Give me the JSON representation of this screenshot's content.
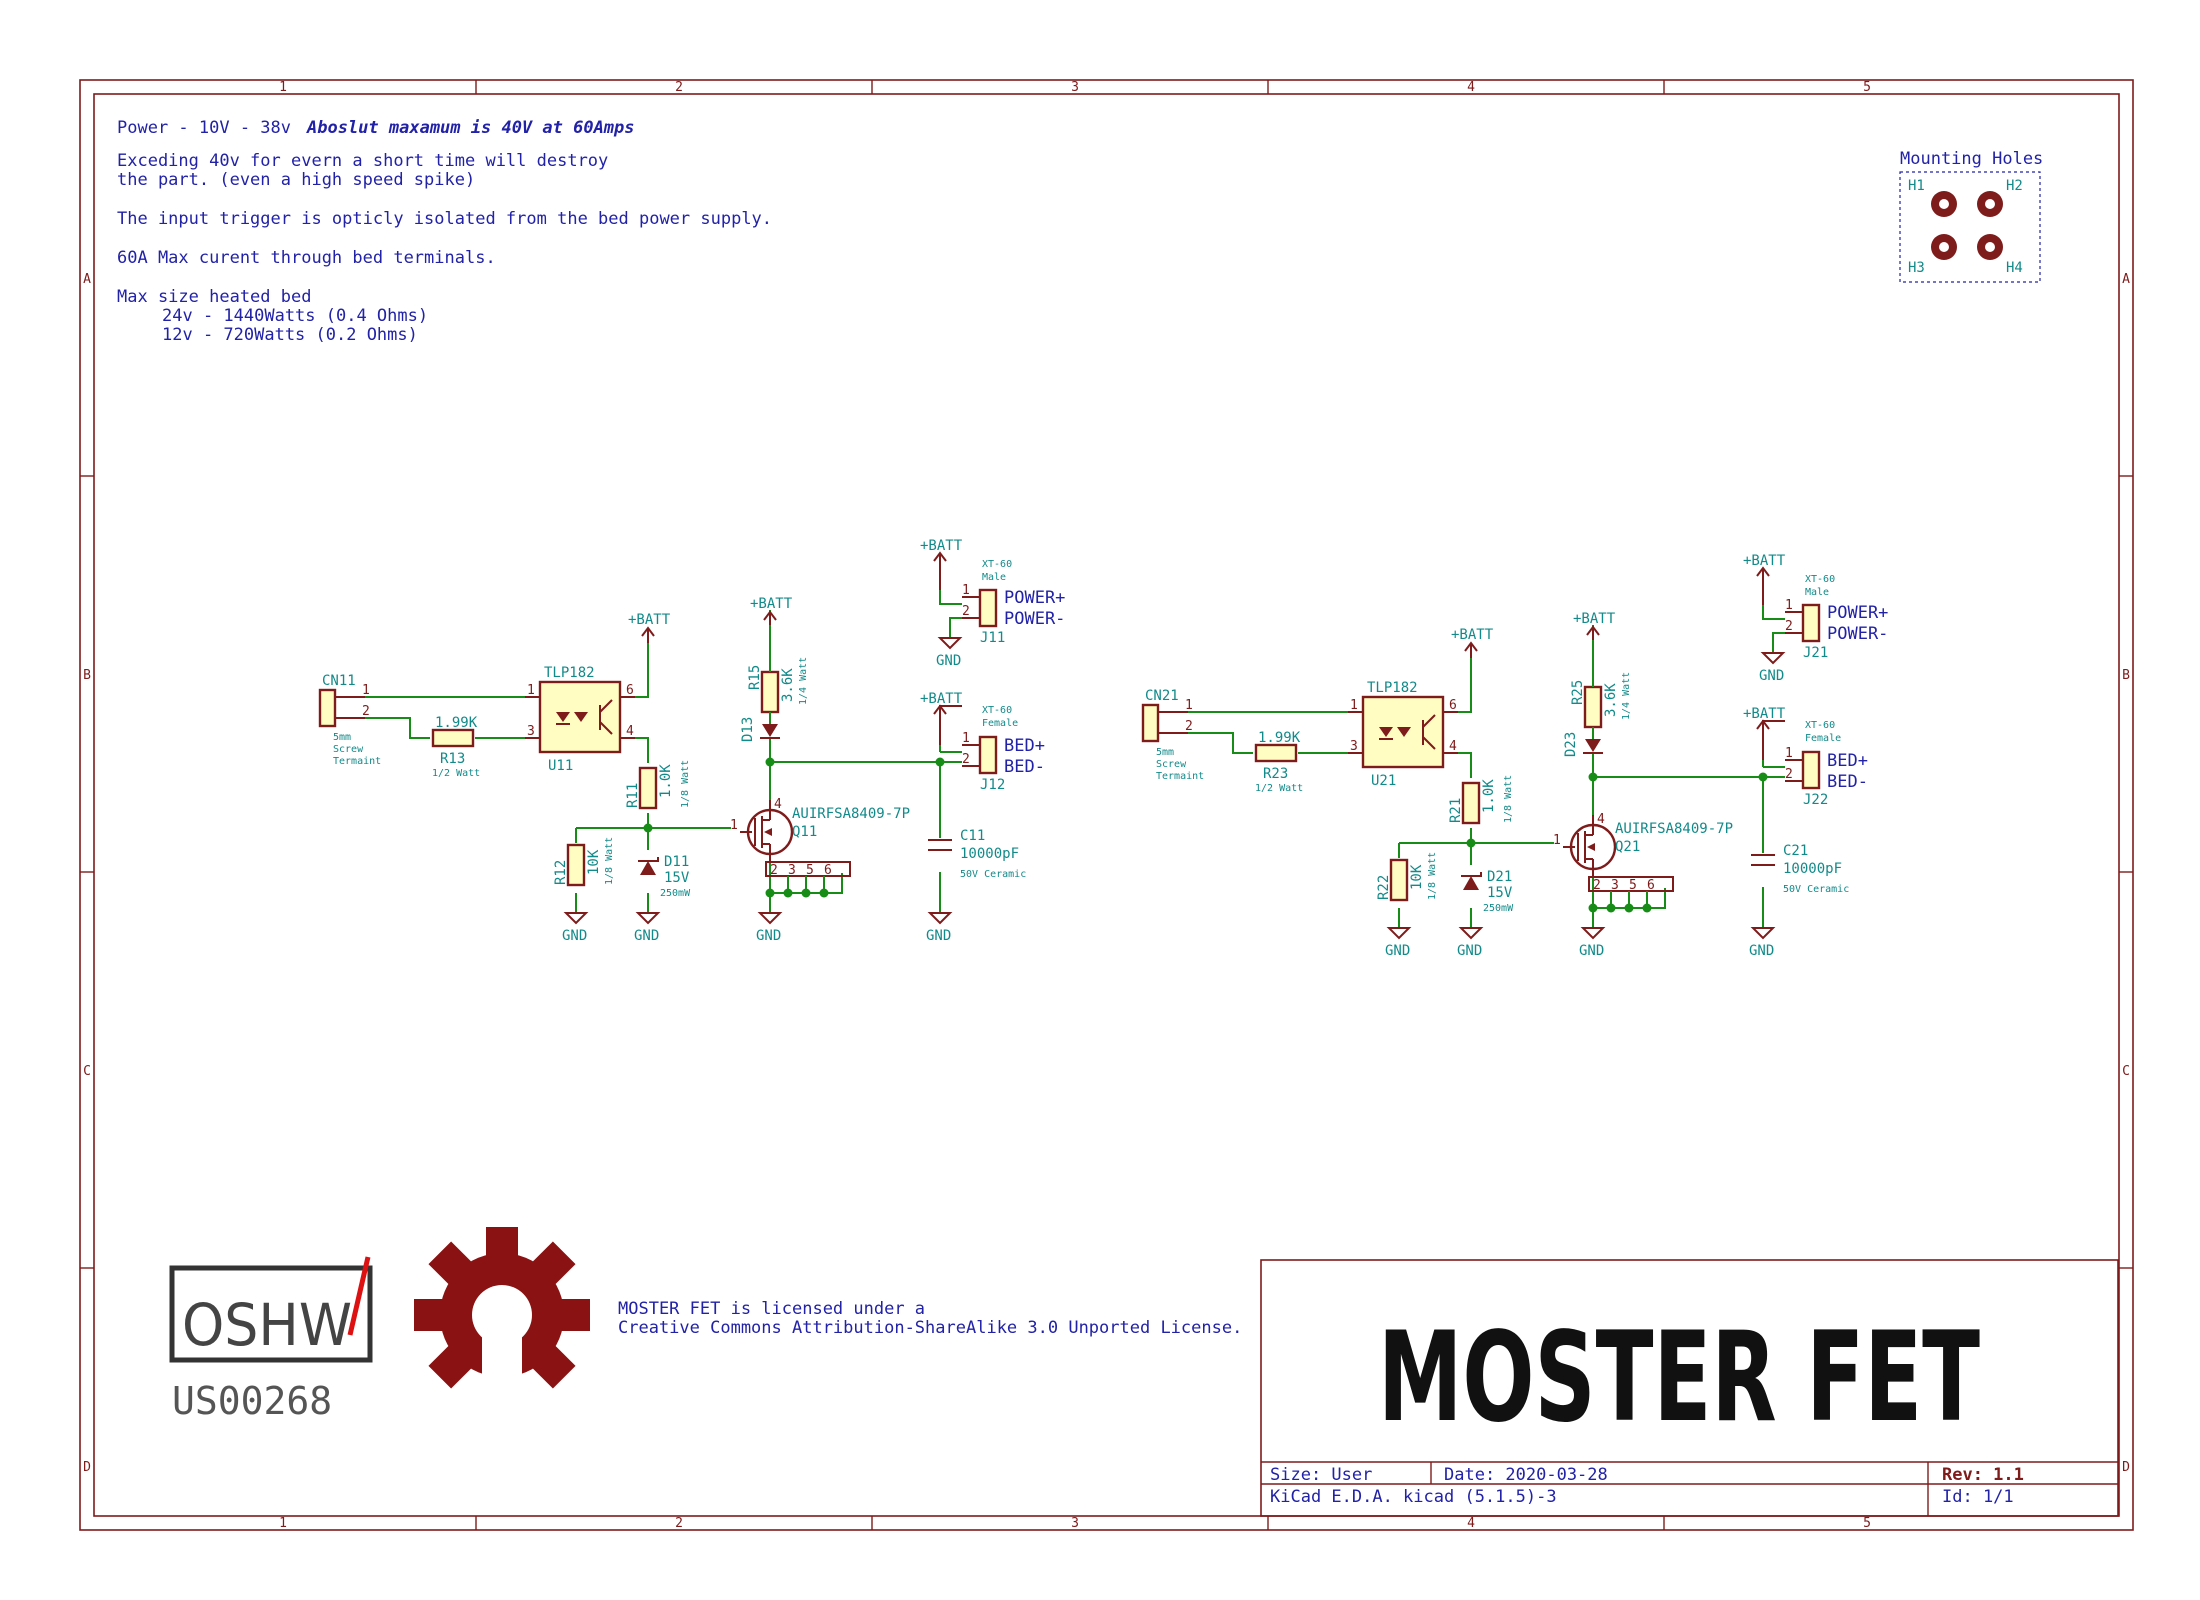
{
  "notes": {
    "power_line": "Power - 10V - 38v",
    "power_line_bold": "Aboslut maxamum is 40V at 60Amps",
    "line2": "Exceding 40v for evern a short time will destroy",
    "line3": "the part. (even a high speed spike)",
    "line4": "The input trigger is opticly isolated from the bed power supply.",
    "line5": "60A Max curent through bed terminals.",
    "line6": "Max size heated bed",
    "line7": "24v - 1440Watts (0.4 Ohms)",
    "line8": "12v - 720Watts (0.2 Ohms)"
  },
  "mounting_holes": {
    "title": "Mounting Holes",
    "h1": "H1",
    "h2": "H2",
    "h3": "H3",
    "h4": "H4"
  },
  "frame": {
    "columns": [
      "1",
      "2",
      "3",
      "4",
      "5"
    ],
    "rows": [
      "A",
      "B",
      "C",
      "D"
    ]
  },
  "circuits": [
    {
      "cn": "CN11",
      "cn_desc1": "5mm",
      "cn_desc2": "Screw",
      "cn_desc3": "Termaint",
      "r13": "R13",
      "r13_val": "1.99K",
      "r13_watt": "1/2 Watt",
      "u": "U11",
      "u_val": "TLP182",
      "batt1": "+BATT",
      "batt2": "+BATT",
      "batt3": "+BATT",
      "batt4": "+BATT",
      "r11": "R11",
      "r11_val": "1.0K",
      "r11_watt": "1/8 Watt",
      "r12": "R12",
      "r12_val": "10K",
      "r12_watt": "1/8 Watt",
      "d11": "D11",
      "d11_val": "15V",
      "d11_watt": "250mW",
      "r15": "R15",
      "r15_val": "3.6K",
      "r15_watt": "1/4 Watt",
      "d13": "D13",
      "q": "Q11",
      "q_val": "AUIRFSA8409-7P",
      "c": "C11",
      "c_val": "10000pF",
      "c_desc": "50V Ceramic",
      "j11": "J11",
      "j11_desc1": "XT-60",
      "j11_desc2": "Male",
      "j11_p1": "POWER+",
      "j11_p2": "POWER-",
      "j12": "J12",
      "j12_desc1": "XT-60",
      "j12_desc2": "Female",
      "j12_p1": "BED+",
      "j12_p2": "BED-",
      "gnd": "GND"
    },
    {
      "cn": "CN21",
      "cn_desc1": "5mm",
      "cn_desc2": "Screw",
      "cn_desc3": "Termaint",
      "r13": "R23",
      "r13_val": "1.99K",
      "r13_watt": "1/2 Watt",
      "u": "U21",
      "u_val": "TLP182",
      "batt1": "+BATT",
      "batt2": "+BATT",
      "batt3": "+BATT",
      "batt4": "+BATT",
      "r11": "R21",
      "r11_val": "1.0K",
      "r11_watt": "1/8 Watt",
      "r12": "R22",
      "r12_val": "10K",
      "r12_watt": "1/8 Watt",
      "d11": "D21",
      "d11_val": "15V",
      "d11_watt": "250mW",
      "r15": "R25",
      "r15_val": "3.6K",
      "r15_watt": "1/4 Watt",
      "d13": "D23",
      "q": "Q21",
      "q_val": "AUIRFSA8409-7P",
      "c": "C21",
      "c_val": "10000pF",
      "c_desc": "50V Ceramic",
      "j11": "J21",
      "j11_desc1": "XT-60",
      "j11_desc2": "Male",
      "j11_p1": "POWER+",
      "j11_p2": "POWER-",
      "j12": "J22",
      "j12_desc1": "XT-60",
      "j12_desc2": "Female",
      "j12_p1": "BED+",
      "j12_p2": "BED-",
      "gnd": "GND"
    }
  ],
  "logos": {
    "oshw": "OSHW",
    "oshw_id": "US00268"
  },
  "license": {
    "line1": "MOSTER FET is licensed under a",
    "line2": "Creative Commons Attribution-ShareAlike 3.0 Unported License."
  },
  "title_block": {
    "title": "MOSTER FET",
    "size": "Size: User",
    "date": "Date: 2020-03-28",
    "rev": "Rev: 1.1",
    "tool": "KiCad E.D.A.  kicad (5.1.5)-3",
    "id": "Id: 1/1"
  },
  "colors": {
    "frame": "#7e1b1b",
    "wire": "#178c17",
    "reference": "#138a8a",
    "label": "#2222a8",
    "component_fill": "#fffdc2"
  }
}
